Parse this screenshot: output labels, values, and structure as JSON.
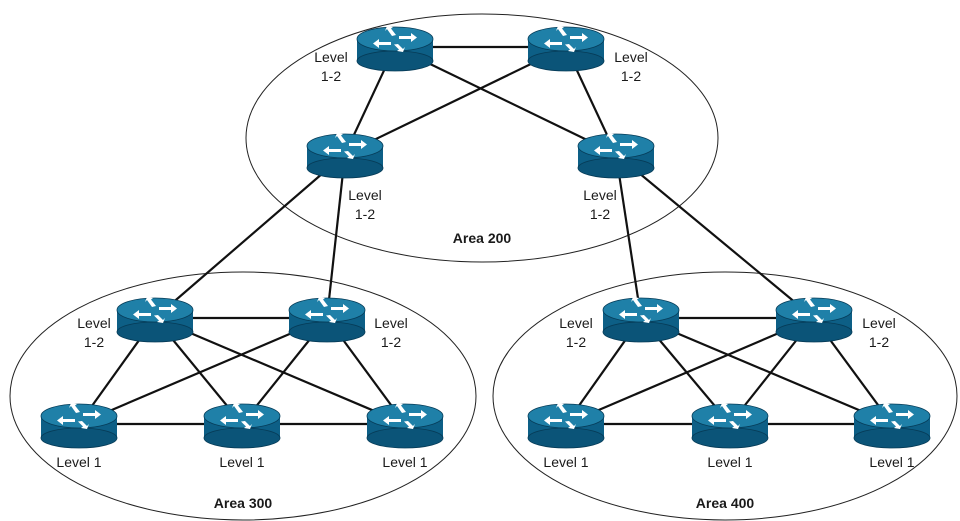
{
  "colors": {
    "router_top": "#1f80a8",
    "router_body": "#0d5f86",
    "router_edge": "#063c58",
    "arrow": "#ffffff",
    "link": "#111111"
  },
  "icon": "router-icon",
  "areas": [
    {
      "id": "area-200",
      "label": "Area 200"
    },
    {
      "id": "area-300",
      "label": "Area 300"
    },
    {
      "id": "area-400",
      "label": "Area 400"
    }
  ],
  "routers": [
    {
      "id": "a200-top-left",
      "lines": [
        "Level",
        "1-2"
      ]
    },
    {
      "id": "a200-top-right",
      "lines": [
        "Level",
        "1-2"
      ]
    },
    {
      "id": "a200-mid-left",
      "lines": [
        "Level",
        "1-2"
      ]
    },
    {
      "id": "a200-mid-right",
      "lines": [
        "Level",
        "1-2"
      ]
    },
    {
      "id": "a300-l12-left",
      "lines": [
        "Level",
        "1-2"
      ]
    },
    {
      "id": "a300-l12-right",
      "lines": [
        "Level",
        "1-2"
      ]
    },
    {
      "id": "a300-l1-left",
      "lines": [
        "Level 1"
      ]
    },
    {
      "id": "a300-l1-mid",
      "lines": [
        "Level 1"
      ]
    },
    {
      "id": "a300-l1-right",
      "lines": [
        "Level 1"
      ]
    },
    {
      "id": "a400-l12-left",
      "lines": [
        "Level",
        "1-2"
      ]
    },
    {
      "id": "a400-l12-right",
      "lines": [
        "Level",
        "1-2"
      ]
    },
    {
      "id": "a400-l1-left",
      "lines": [
        "Level 1"
      ]
    },
    {
      "id": "a400-l1-mid",
      "lines": [
        "Level 1"
      ]
    },
    {
      "id": "a400-l1-right",
      "lines": [
        "Level 1"
      ]
    }
  ],
  "links": [
    [
      "a200-top-left",
      "a200-top-right"
    ],
    [
      "a200-top-left",
      "a200-mid-left"
    ],
    [
      "a200-top-left",
      "a200-mid-right"
    ],
    [
      "a200-top-right",
      "a200-mid-left"
    ],
    [
      "a200-top-right",
      "a200-mid-right"
    ],
    [
      "a200-mid-left",
      "a300-l12-left"
    ],
    [
      "a200-mid-left",
      "a300-l12-right"
    ],
    [
      "a200-mid-right",
      "a400-l12-left"
    ],
    [
      "a200-mid-right",
      "a400-l12-right"
    ],
    [
      "a300-l12-left",
      "a300-l12-right"
    ],
    [
      "a300-l12-left",
      "a300-l1-left"
    ],
    [
      "a300-l12-left",
      "a300-l1-mid"
    ],
    [
      "a300-l12-left",
      "a300-l1-right"
    ],
    [
      "a300-l12-right",
      "a300-l1-left"
    ],
    [
      "a300-l12-right",
      "a300-l1-mid"
    ],
    [
      "a300-l12-right",
      "a300-l1-right"
    ],
    [
      "a300-l1-left",
      "a300-l1-mid"
    ],
    [
      "a300-l1-mid",
      "a300-l1-right"
    ],
    [
      "a400-l12-left",
      "a400-l12-right"
    ],
    [
      "a400-l12-left",
      "a400-l1-left"
    ],
    [
      "a400-l12-left",
      "a400-l1-mid"
    ],
    [
      "a400-l12-left",
      "a400-l1-right"
    ],
    [
      "a400-l12-right",
      "a400-l1-left"
    ],
    [
      "a400-l12-right",
      "a400-l1-mid"
    ],
    [
      "a400-l12-right",
      "a400-l1-right"
    ],
    [
      "a400-l1-left",
      "a400-l1-mid"
    ],
    [
      "a400-l1-mid",
      "a400-l1-right"
    ]
  ]
}
